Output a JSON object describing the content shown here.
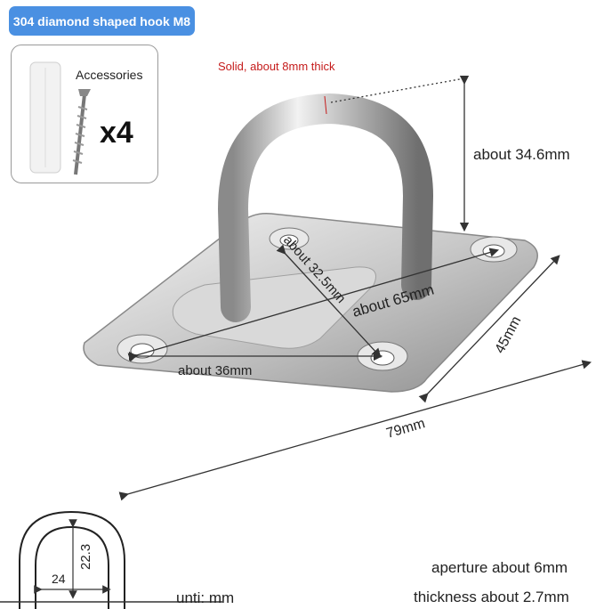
{
  "title": "304 diamond shaped hook M8",
  "accessories": {
    "label": "Accessories",
    "count": "x4"
  },
  "notes": {
    "solid": "Solid, about 8mm thick"
  },
  "dimensions": {
    "height": "about 34.6mm",
    "diagonal": "about 65mm",
    "hole_spacing_short": "about 32.5mm",
    "hole_spacing_bottom": "about 36mm",
    "width": "45mm",
    "length": "79mm"
  },
  "profile": {
    "height": "22.3",
    "width": "24"
  },
  "footer": {
    "unit": "unti: mm",
    "aperture": "aperture about 6mm",
    "thickness": "thickness about 2.7mm"
  },
  "colors": {
    "badge": "#4a90e2",
    "note": "#c51b1b"
  }
}
